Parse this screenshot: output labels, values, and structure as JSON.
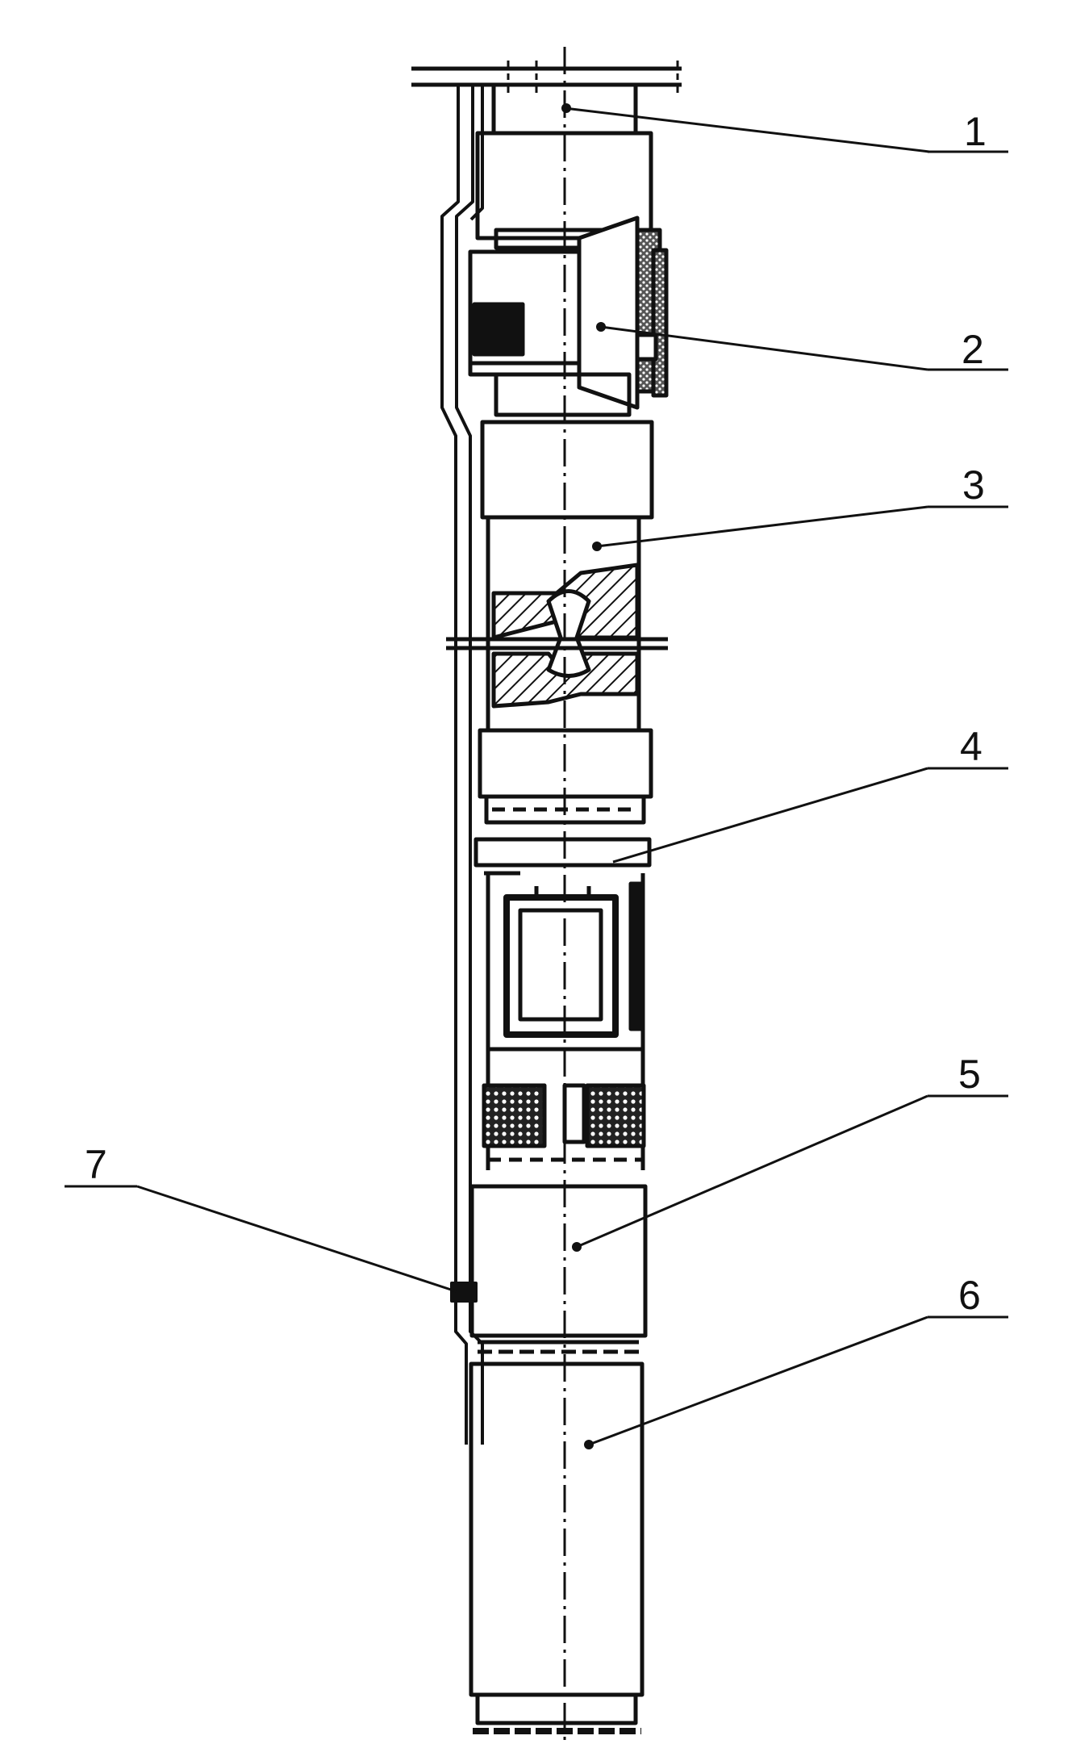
{
  "figure": {
    "callouts": [
      {
        "id": "c1",
        "label": "1"
      },
      {
        "id": "c2",
        "label": "2"
      },
      {
        "id": "c3",
        "label": "3"
      },
      {
        "id": "c4",
        "label": "4"
      },
      {
        "id": "c5",
        "label": "5"
      },
      {
        "id": "c6",
        "label": "6"
      },
      {
        "id": "c7",
        "label": "7"
      }
    ],
    "colors": {
      "ink": "#111111",
      "paper": "#ffffff"
    }
  }
}
